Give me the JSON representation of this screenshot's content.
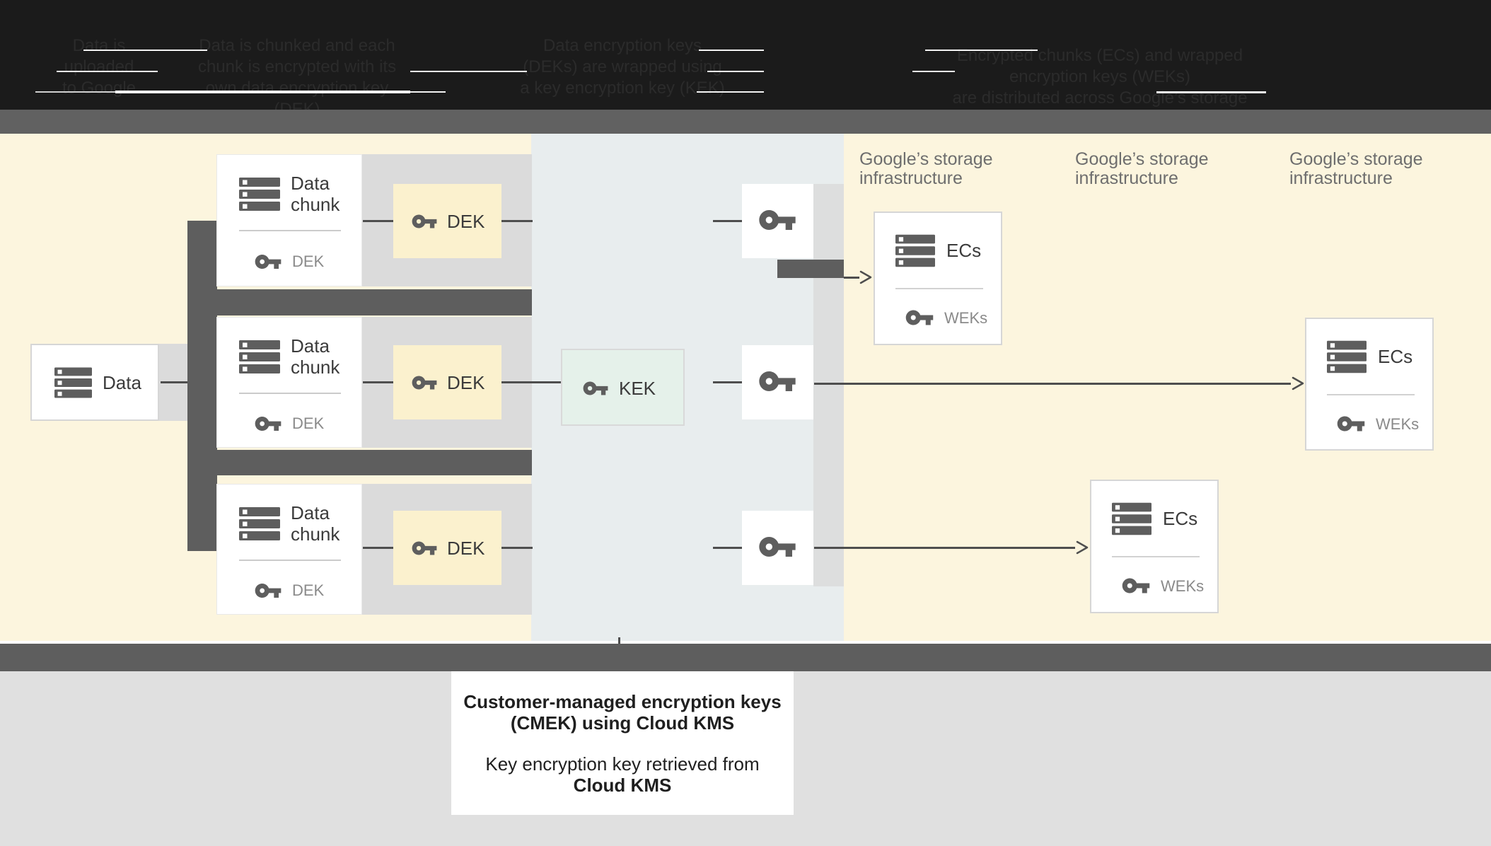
{
  "header": {
    "steps": [
      {
        "lines": [
          "Data is",
          "uploaded",
          "to Google"
        ]
      },
      {
        "lines": [
          "Data is chunked and each",
          "chunk is encrypted with its",
          "own data encryption key (DEK)"
        ]
      },
      {
        "lines": [
          "Data encryption keys",
          "(DEKs) are wrapped using",
          "a key encryption key (KEK)"
        ]
      },
      {
        "lines": [
          "Encrypted chunks (ECs) and wrapped encryption keys (WEKs)",
          "are distributed across Google’s storage infrastructure"
        ]
      }
    ]
  },
  "diagram": {
    "data_box": {
      "label": "Data"
    },
    "chunk_card": {
      "title_line1": "Data",
      "title_line2": "chunk",
      "key_label": "DEK"
    },
    "dek_box": {
      "label": "DEK"
    },
    "kek_box": {
      "label": "KEK"
    },
    "storage_label": {
      "line1": "Google’s storage",
      "line2": "infrastructure"
    },
    "ecs_card": {
      "title": "ECs",
      "key_label": "WEKs"
    }
  },
  "caption": {
    "title_line1": "Customer-managed encryption keys",
    "title_line2": "(CMEK) using Cloud KMS",
    "body_line1": "Key encryption key retrieved from",
    "body_line2": "Cloud KMS"
  },
  "colors": {
    "header_bg": "#1B1B1B",
    "header_text": "#2B2B2B",
    "top_band": "#616161",
    "customer_section": "#FCF5DE",
    "kms_section": "#E8EDEE",
    "storage_section": "#FCF5DE",
    "dek_fill": "#FBF1CE",
    "kek_fill": "#E5F1EA",
    "connector_dark": "#5E5E5E",
    "row_strip": "#DBDBDB",
    "bottom_band": "#5E5E5E",
    "bottom_area": "#E0E0E0"
  }
}
